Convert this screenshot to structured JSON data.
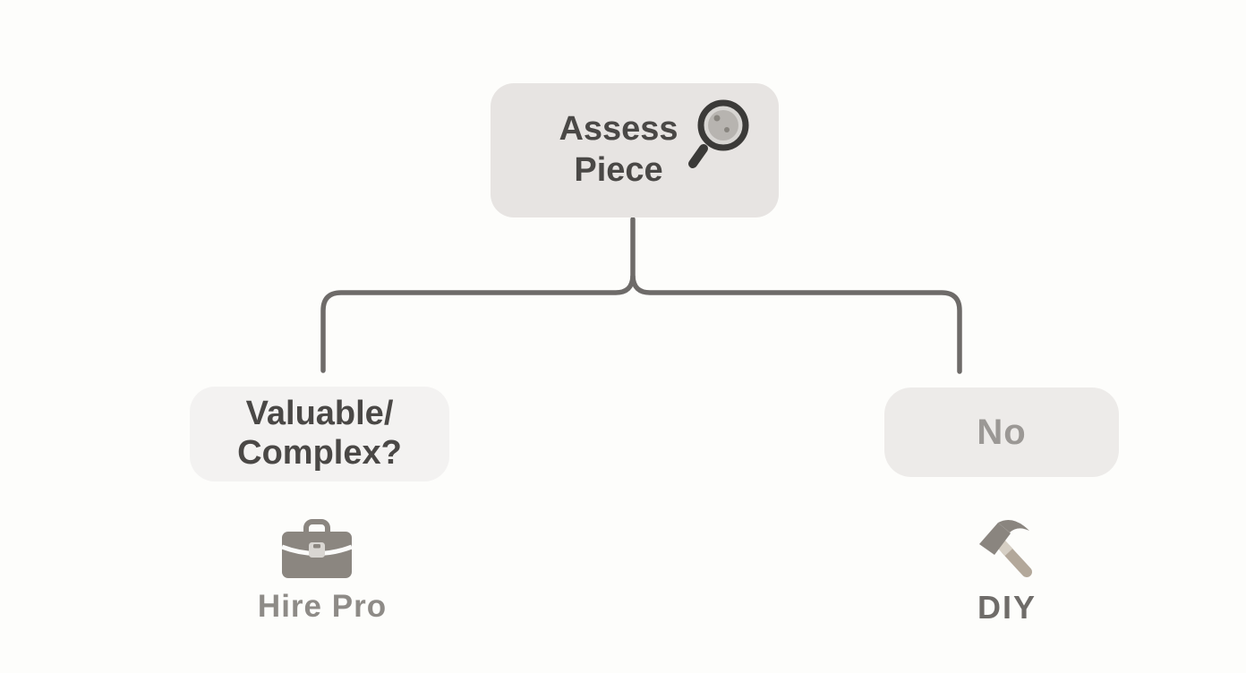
{
  "flowchart": {
    "root_node": {
      "line1": "Assess",
      "line2": "Piece",
      "icon": "magnifier-icon"
    },
    "left_node": {
      "line1": "Valuable/",
      "line2": "Complex?"
    },
    "right_node": {
      "label": "No"
    },
    "left_outcome": {
      "label": "Hire Pro",
      "icon": "briefcase-icon"
    },
    "right_outcome": {
      "label": "DIY",
      "icon": "hammer-icon"
    },
    "colors": {
      "background": "#fdfdfb",
      "root_box_fill": "#e7e4e2",
      "left_box_fill": "#f3f2f1",
      "right_box_fill": "#edebe9",
      "connector_line": "#6e6b69",
      "dark_text": "#4a4846",
      "muted_text": "#9b9895",
      "outcome_text": "#8e8b87",
      "icon_gray": "#8b8680",
      "magnifier_ring": "#3b3a38",
      "hammer_handle_tan": "#b3a89a"
    }
  }
}
